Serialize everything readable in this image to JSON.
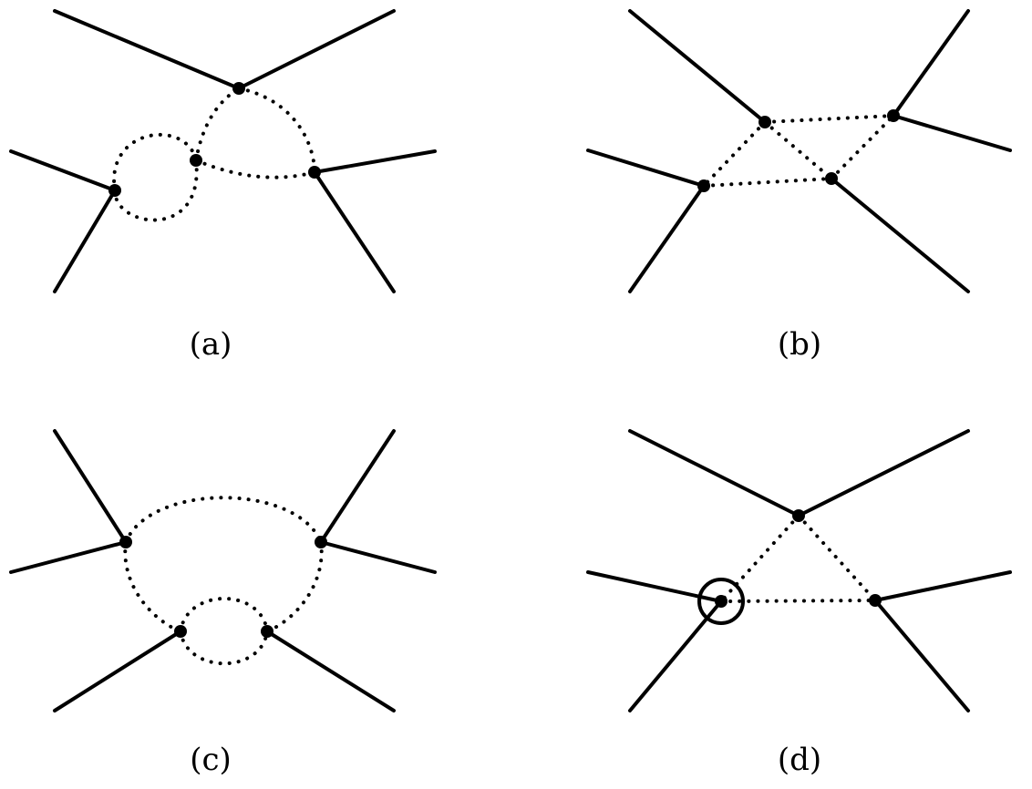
{
  "panels": [
    {
      "id": "a",
      "caption": "(a)"
    },
    {
      "id": "b",
      "caption": "(b)"
    },
    {
      "id": "c",
      "caption": "(c)"
    },
    {
      "id": "d",
      "caption": "(d)"
    }
  ],
  "colors": {
    "ink": "#000000",
    "background": "#ffffff"
  }
}
